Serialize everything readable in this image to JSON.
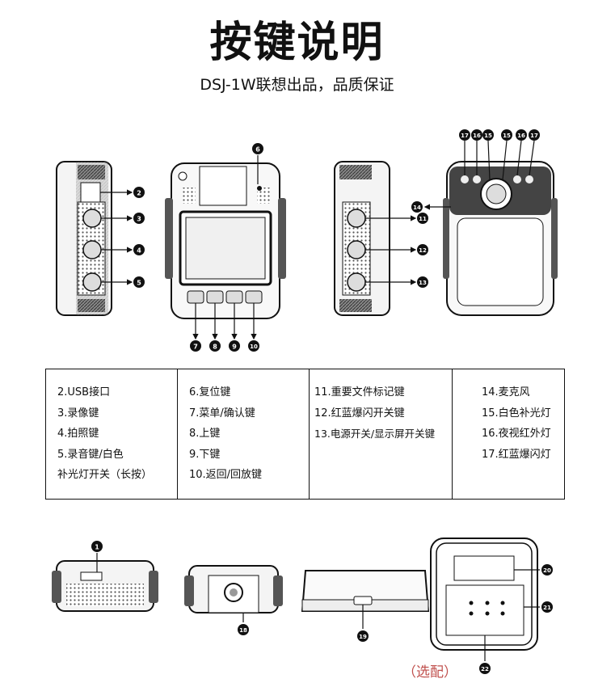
{
  "header": {
    "title": "按键说明",
    "subtitle": "DSJ-1W联想出品，品质保证"
  },
  "callouts": [
    "2",
    "3",
    "4",
    "5",
    "6",
    "7",
    "8",
    "9",
    "10",
    "11",
    "12",
    "13",
    "14",
    "15",
    "16",
    "17",
    "1",
    "18",
    "19",
    "20",
    "21",
    "22"
  ],
  "legend": {
    "col1": [
      "2.USB接口",
      "3.录像键",
      "4.拍照键",
      "5.录音键/白色",
      "补光灯开关（长按）"
    ],
    "col2": [
      "6.复位键",
      "7.菜单/确认键",
      "8.上键",
      "9.下键",
      "10.返回/回放键"
    ],
    "col3": [
      "11.重要文件标记键",
      "12.红蓝爆闪开关键",
      "13.电源开关/显示屏开关键"
    ],
    "col4": [
      "14.麦克风",
      "15.白色补光灯",
      "16.夜视红外灯",
      "17.红蓝爆闪灯"
    ]
  },
  "footer": {
    "optional_note": "（选配）"
  },
  "colors": {
    "accent_red": "#c0504d",
    "ink": "#111111"
  }
}
